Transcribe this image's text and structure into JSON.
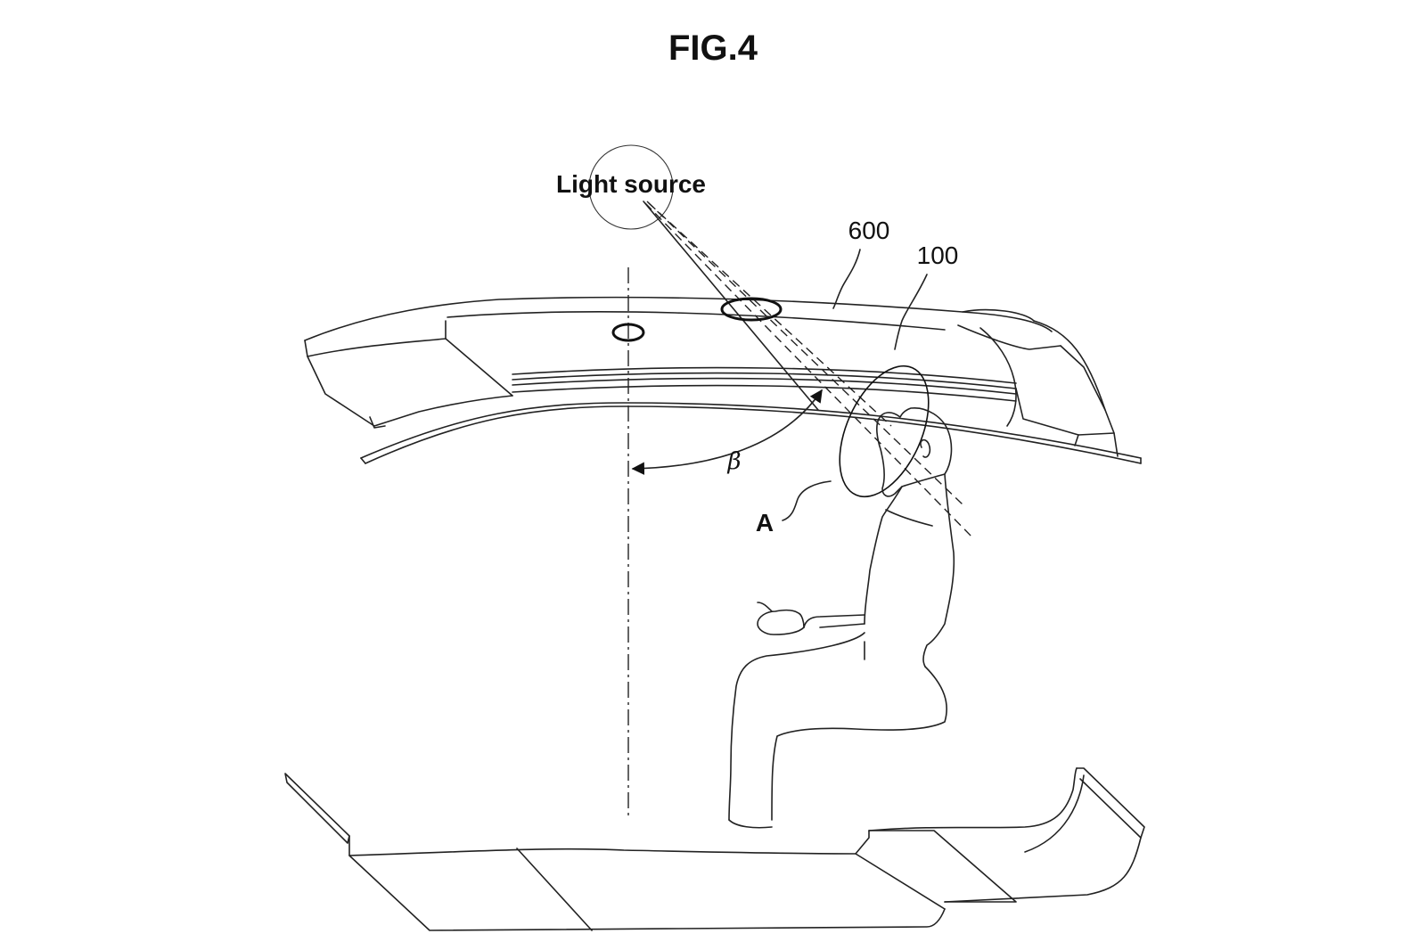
{
  "figure": {
    "title": "FIG.4",
    "labels": {
      "light_source": "Light source",
      "ref_600": "600",
      "ref_100": "100",
      "angle": "β",
      "region_a": "A"
    }
  }
}
